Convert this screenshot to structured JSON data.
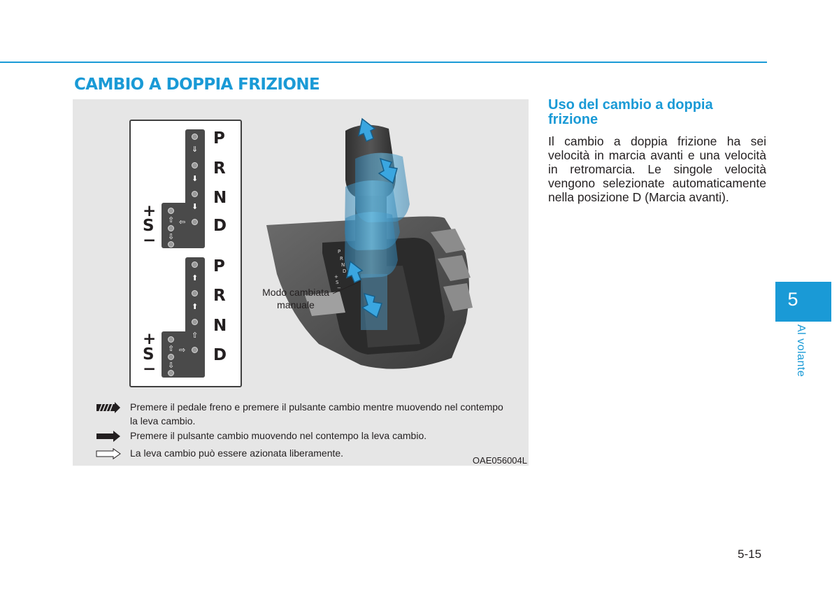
{
  "section_title": "CAMBIO A DOPPIA FRIZIONE",
  "figure": {
    "gate_upper": {
      "letters": [
        "P",
        "R",
        "N",
        "D"
      ],
      "plus": "+",
      "s": "S",
      "minus": "−"
    },
    "gate_lower": {
      "letters": [
        "P",
        "R",
        "N",
        "D"
      ],
      "plus": "+",
      "s": "S",
      "minus": "−"
    },
    "callout": "Modo cambiata manuale",
    "console_labels": [
      "P",
      "R",
      "N",
      "D",
      "+",
      "S",
      "−"
    ],
    "legend": [
      {
        "icon": "hatched-arrow-icon",
        "text": "Premere il pedale freno e premere il pulsante cambio mentre muovendo nel contempo la leva cambio."
      },
      {
        "icon": "solid-arrow-icon",
        "text": "Premere il pulsante cambio muovendo nel contempo la leva cambio."
      },
      {
        "icon": "outline-arrow-icon",
        "text": "La leva cambio può essere azionata liberamente."
      }
    ],
    "code": "OAE056004L"
  },
  "subheading": "Uso del cambio a doppia frizione",
  "paragraph": "Il cambio a doppia frizione ha sei velocità in marcia avanti e una velocità in retromarcia. Le singole velocità vengono selezionate automaticamente nella posizione D (Marcia avanti).",
  "chapter": {
    "number": "5",
    "title": "Al volante"
  },
  "page_number": "5-15",
  "colors": {
    "accent": "#1a9ad6",
    "text": "#231f20",
    "figure_bg": "#e6e6e6",
    "gate_plate": "#4a4a4a"
  }
}
